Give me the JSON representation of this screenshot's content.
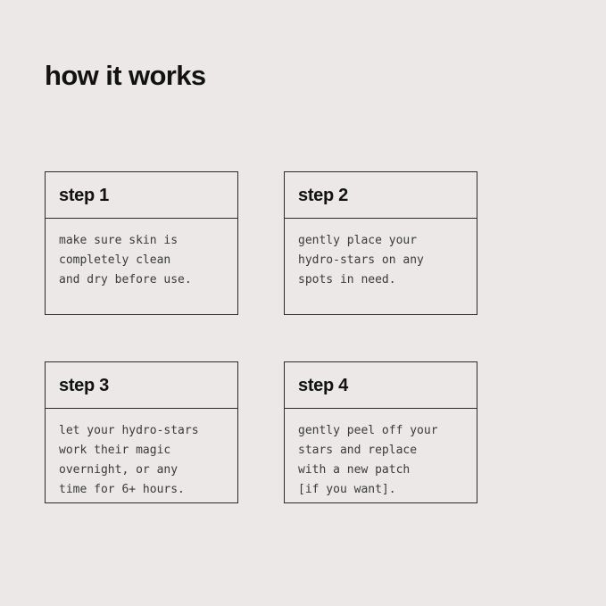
{
  "page": {
    "title": "how it works",
    "background_color": "#ebe8e7",
    "border_color": "#2b2b2b",
    "heading_color": "#121212",
    "body_text_color": "#3a3a3a"
  },
  "steps": [
    {
      "header": "step 1",
      "body": "make sure skin is\ncompletely clean\nand dry before use."
    },
    {
      "header": "step 2",
      "body": "gently place your\nhydro-stars on any\nspots in need."
    },
    {
      "header": "step 3",
      "body": "let your hydro-stars\nwork their magic\novernight, or any\ntime for 6+ hours."
    },
    {
      "header": "step 4",
      "body": "gently peel off your\nstars and replace\nwith a new patch\n[if you want]."
    }
  ]
}
